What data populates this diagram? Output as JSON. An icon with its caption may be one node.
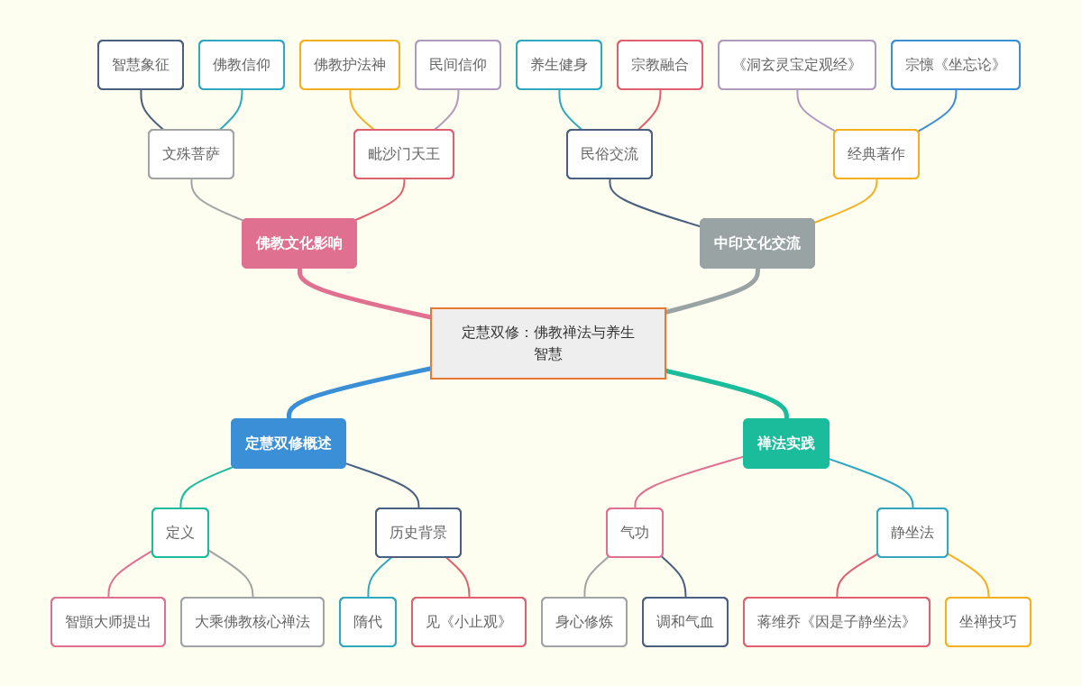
{
  "diagram": {
    "nodes": [
      {
        "text": [
          "定慧双修：佛教禅法与养生智慧"
        ]
      },
      {
        "text": [
          "佛教文化影响"
        ]
      },
      {
        "text": [
          "文殊菩萨"
        ]
      },
      {
        "text": [
          "智慧象征"
        ]
      },
      {
        "text": [
          "佛教信仰"
        ]
      },
      {
        "text": [
          "毗沙门天王"
        ]
      },
      {
        "text": [
          "佛教护法神"
        ]
      },
      {
        "text": [
          "民间信仰"
        ]
      },
      {
        "text": [
          "中印文化交流"
        ]
      },
      {
        "text": [
          "民俗交流"
        ]
      },
      {
        "text": [
          "养生健身"
        ]
      },
      {
        "text": [
          "宗教融合"
        ]
      },
      {
        "text": [
          "经典著作"
        ]
      },
      {
        "text": [
          "《洞玄灵宝定观经》"
        ]
      },
      {
        "text": [
          "宗懔《坐忘论》"
        ]
      },
      {
        "text": [
          "定慧双修概述"
        ]
      },
      {
        "text": [
          "定义"
        ]
      },
      {
        "text": [
          "智顗大师提出"
        ]
      },
      {
        "text": [
          "大乘佛教核心禅法"
        ]
      },
      {
        "text": [
          "历史背景"
        ]
      },
      {
        "text": [
          "隋代"
        ]
      },
      {
        "text": [
          "见《小止观》"
        ]
      },
      {
        "text": [
          "禅法实践"
        ]
      },
      {
        "text": [
          "气功"
        ]
      },
      {
        "text": [
          "身心修炼"
        ]
      },
      {
        "text": [
          "调和气血"
        ]
      },
      {
        "text": [
          "静坐法"
        ]
      },
      {
        "text": [
          "蒋维乔《因是子静坐法》"
        ]
      },
      {
        "text": [
          "坐禅技巧"
        ]
      }
    ],
    "edges": [
      {
        "from": 0,
        "to": 1,
        "arrow": "none",
        "style": "thick",
        "color": "#e07090"
      },
      {
        "from": 1,
        "to": 2,
        "arrow": "none",
        "color": "#a0a4a4"
      },
      {
        "from": 2,
        "to": 3,
        "arrow": "none",
        "color": "#4a6080"
      },
      {
        "from": 2,
        "to": 4,
        "arrow": "none",
        "color": "#30a8c0"
      },
      {
        "from": 1,
        "to": 5,
        "arrow": "none",
        "color": "#e06070"
      },
      {
        "from": 5,
        "to": 6,
        "arrow": "none",
        "color": "#f5b020"
      },
      {
        "from": 5,
        "to": 7,
        "arrow": "none",
        "color": "#b09ac0"
      },
      {
        "from": 0,
        "to": 8,
        "arrow": "none",
        "style": "thick",
        "color": "#9aa3a3"
      },
      {
        "from": 8,
        "to": 9,
        "arrow": "none",
        "color": "#4a6080"
      },
      {
        "from": 9,
        "to": 10,
        "arrow": "none",
        "color": "#30a8c0"
      },
      {
        "from": 9,
        "to": 11,
        "arrow": "none",
        "color": "#e06070"
      },
      {
        "from": 8,
        "to": 12,
        "arrow": "none",
        "color": "#f5b020"
      },
      {
        "from": 12,
        "to": 13,
        "arrow": "none",
        "color": "#b09ac0"
      },
      {
        "from": 12,
        "to": 14,
        "arrow": "none",
        "color": "#3a8fd6"
      },
      {
        "from": 0,
        "to": 15,
        "arrow": "none",
        "style": "thick",
        "color": "#3a8fd6"
      },
      {
        "from": 15,
        "to": 16,
        "arrow": "none",
        "color": "#1abc9c"
      },
      {
        "from": 16,
        "to": 17,
        "arrow": "none",
        "color": "#e07090"
      },
      {
        "from": 16,
        "to": 18,
        "arrow": "none",
        "color": "#a0a4a4"
      },
      {
        "from": 15,
        "to": 19,
        "arrow": "none",
        "color": "#4a6080"
      },
      {
        "from": 19,
        "to": 20,
        "arrow": "none",
        "color": "#30a8c0"
      },
      {
        "from": 19,
        "to": 21,
        "arrow": "none",
        "color": "#e06070"
      },
      {
        "from": 0,
        "to": 22,
        "arrow": "none",
        "style": "thick",
        "color": "#1abc9c"
      },
      {
        "from": 22,
        "to": 23,
        "arrow": "none",
        "color": "#e07090"
      },
      {
        "from": 23,
        "to": 24,
        "arrow": "none",
        "color": "#a0a4a4"
      },
      {
        "from": 23,
        "to": 25,
        "arrow": "none",
        "color": "#4a6080"
      },
      {
        "from": 22,
        "to": 26,
        "arrow": "none",
        "color": "#30a8c0"
      },
      {
        "from": 26,
        "to": 27,
        "arrow": "none",
        "color": "#e06070"
      },
      {
        "from": 26,
        "to": 28,
        "arrow": "none",
        "color": "#f5b020"
      }
    ]
  }
}
